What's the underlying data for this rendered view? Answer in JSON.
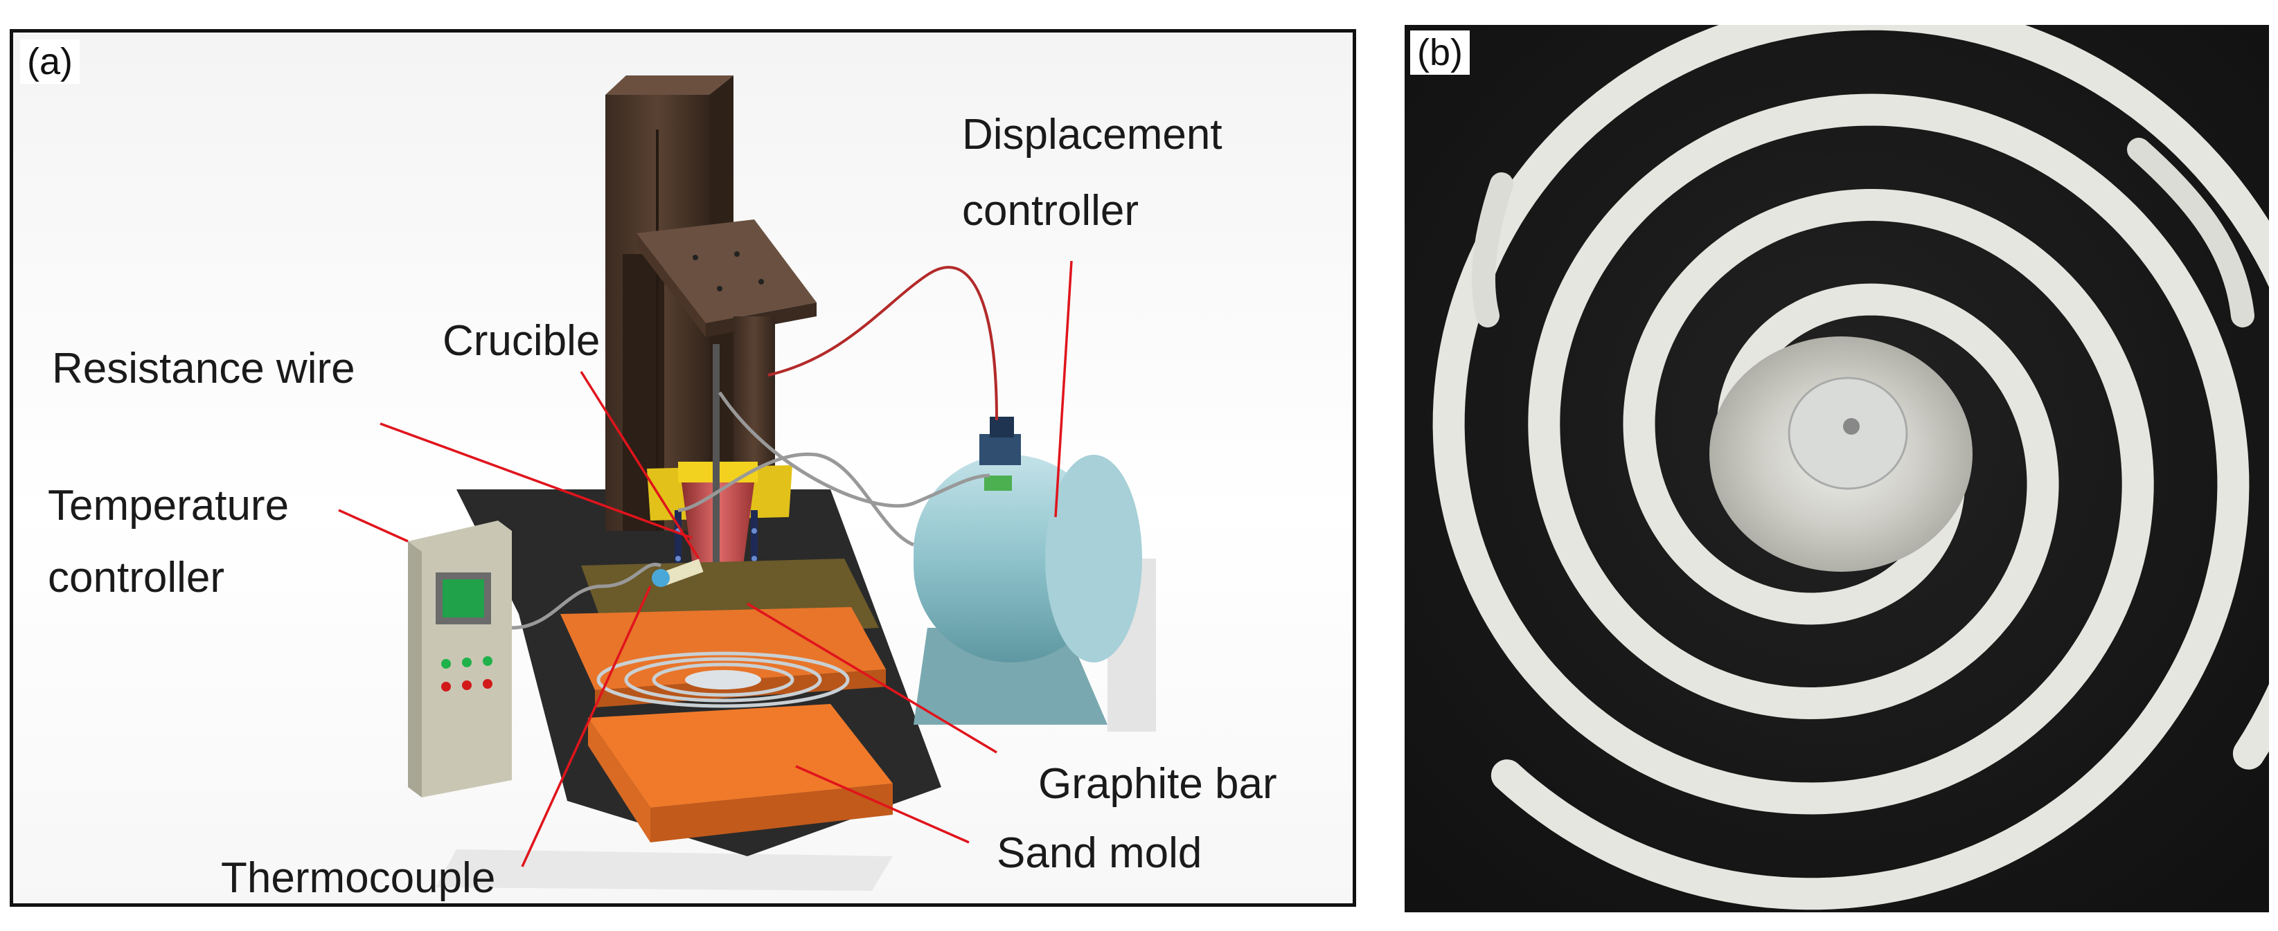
{
  "panel_a": {
    "tag": "(a)",
    "labels": {
      "displacement_controller_line1": "Displacement",
      "displacement_controller_line2": "controller",
      "crucible": "Crucible",
      "resistance_wire": "Resistance wire",
      "temperature_controller_line1": "Temperature",
      "temperature_controller_line2": "controller",
      "graphite_bar": "Graphite bar",
      "sand_mold": "Sand mold",
      "thermocouple": "Thermocouple"
    }
  },
  "panel_b": {
    "tag": "(b)"
  },
  "colors": {
    "leader_line": "#e0141c",
    "frame": "#111111",
    "column_brown": "#4a3528",
    "mold_orange": "#e8752a",
    "crucible_yellow": "#f2d21e",
    "tank_teal": "#8fc3cc",
    "controller_beige": "#c9c7b4",
    "casting_background": "#161616",
    "casting_metal": "#e6e6e0"
  }
}
